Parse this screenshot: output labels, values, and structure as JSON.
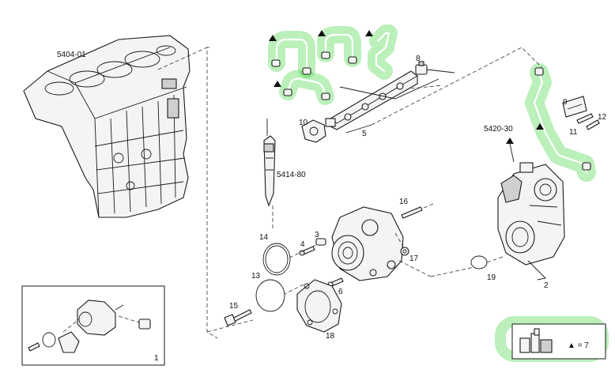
{
  "diagram": {
    "labels": {
      "block": "5404-01",
      "injector": "5414-80",
      "pump_ref": "5420-30",
      "n1": "1",
      "n2": "2",
      "n3": "3",
      "n4": "4",
      "n5": "5",
      "n6": "6",
      "n8": "8",
      "n9": "9",
      "n10": "10",
      "n11": "11",
      "n12": "12",
      "n13": "13",
      "n14": "14",
      "n15": "15",
      "n16": "16",
      "n17": "17",
      "n18": "18",
      "n19": "19"
    },
    "legend": {
      "text": "▲ = 7"
    },
    "highlight_color": "#3bd43b"
  }
}
